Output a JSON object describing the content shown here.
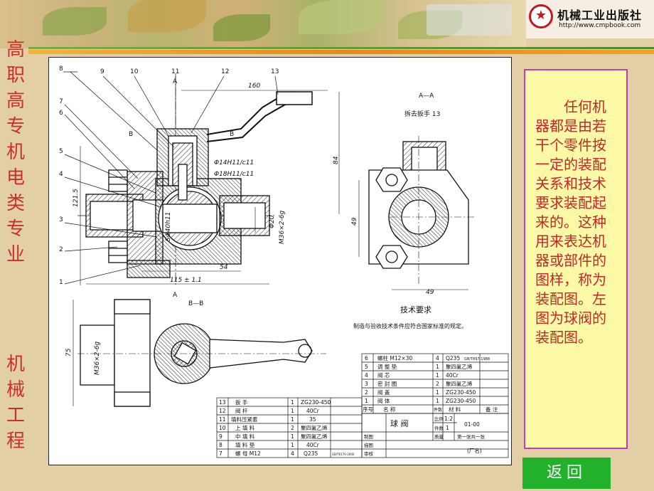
{
  "header": {
    "publisher_name": "机械工业出版社",
    "publisher_url": "http://www.cmpbook.com"
  },
  "side_title": {
    "upper": [
      "高",
      "职",
      "高",
      "专",
      "机",
      "电",
      "类",
      "专",
      "业"
    ],
    "lower": [
      "机",
      "械",
      "工",
      "程"
    ]
  },
  "drawing": {
    "section_label_top": "A—A",
    "section_label_bb": "B—B",
    "removed_part_note": "拆去扳手 13",
    "label_A_top": "A",
    "label_A_bottom": "A",
    "label_B": "B",
    "callouts": [
      "1",
      "2",
      "3",
      "4",
      "5",
      "6",
      "7",
      "8",
      "9",
      "10",
      "11",
      "12",
      "13"
    ],
    "dimensions": {
      "d160": "160",
      "d84": "84",
      "d121_5": "121.5",
      "d54": "54",
      "d115": "115 ± 1.1",
      "d49a": "49",
      "d49b": "49",
      "d75": "75",
      "fit1": "Φ14H11/c11",
      "fit2": "Φ18H11/c11",
      "d20": "Φ20",
      "thread1": "M36×2-6g",
      "thread2": "M36×2-6g",
      "ball": "SΦ40h11"
    },
    "tech_req_title": "技术要求",
    "tech_req_text": "制造与验收技术条件应符合国家标准的规定。",
    "bom_right": [
      {
        "no": "6",
        "name": "螺柱 M12×30",
        "qty": "4",
        "material": "Q235",
        "note": "GB/T897-1988"
      },
      {
        "no": "5",
        "name": "调 整 垫",
        "qty": "1",
        "material": "聚四氟乙烯",
        "note": ""
      },
      {
        "no": "4",
        "name": "阀     芯",
        "qty": "1",
        "material": "40Cr",
        "note": ""
      },
      {
        "no": "3",
        "name": "密 封 圈",
        "qty": "2",
        "material": "聚四氟乙烯",
        "note": ""
      },
      {
        "no": "2",
        "name": "阀     盖",
        "qty": "1",
        "material": "ZG230-450",
        "note": ""
      },
      {
        "no": "1",
        "name": "阀     体",
        "qty": "1",
        "material": "ZG230-450",
        "note": ""
      }
    ],
    "bom_header": {
      "no": "序号",
      "name": "名   称",
      "qty": "件数",
      "material": "材   料",
      "note": "备   注"
    },
    "bom_left": [
      {
        "no": "13",
        "name": "扳     手",
        "qty": "1",
        "material": "ZG230-450",
        "note": ""
      },
      {
        "no": "12",
        "name": "阀     杆",
        "qty": "1",
        "material": "40Cr",
        "note": ""
      },
      {
        "no": "11",
        "name": "填料压紧套",
        "qty": "1",
        "material": "35",
        "note": ""
      },
      {
        "no": "10",
        "name": "上 填 料",
        "qty": "2",
        "material": "聚四氟乙烯",
        "note": ""
      },
      {
        "no": "9",
        "name": "中 填 料",
        "qty": "1",
        "material": "聚四氟乙烯",
        "note": ""
      },
      {
        "no": "8",
        "name": "填 料 垫",
        "qty": "1",
        "material": "40Cr",
        "note": ""
      },
      {
        "no": "7",
        "name": "螺 母 M12",
        "qty": "4",
        "material": "Q235",
        "note": "GB/T6170-2000"
      }
    ],
    "title_block": {
      "part_name": "球   阀",
      "scale_label": "比例",
      "scale_value": "1:2",
      "count_label": "件数",
      "count_value": "1",
      "weight_label": "质量",
      "drawing_no": "01-00",
      "sheet": "第一张共一张",
      "made_by": "制图",
      "drawn_by": "描图",
      "checked_by": "审核",
      "company": "(厂名)"
    }
  },
  "description": {
    "text": "任何机器都是由若干个零件按一定的装配关系和技术要求装配起来的。这种用来表达机器或部件的图样，称为装配图。左图为球阀的装配图。"
  },
  "nav": {
    "back_label": "返回"
  },
  "colors": {
    "background": "#e2cfa6",
    "side_title": "#c9302a",
    "textbox_fill": "#fbf9a6",
    "textbox_border": "#c53ab7",
    "textbox_text": "#c0282c",
    "back_button": "#22b12b",
    "logo_red": "#c8161d"
  }
}
